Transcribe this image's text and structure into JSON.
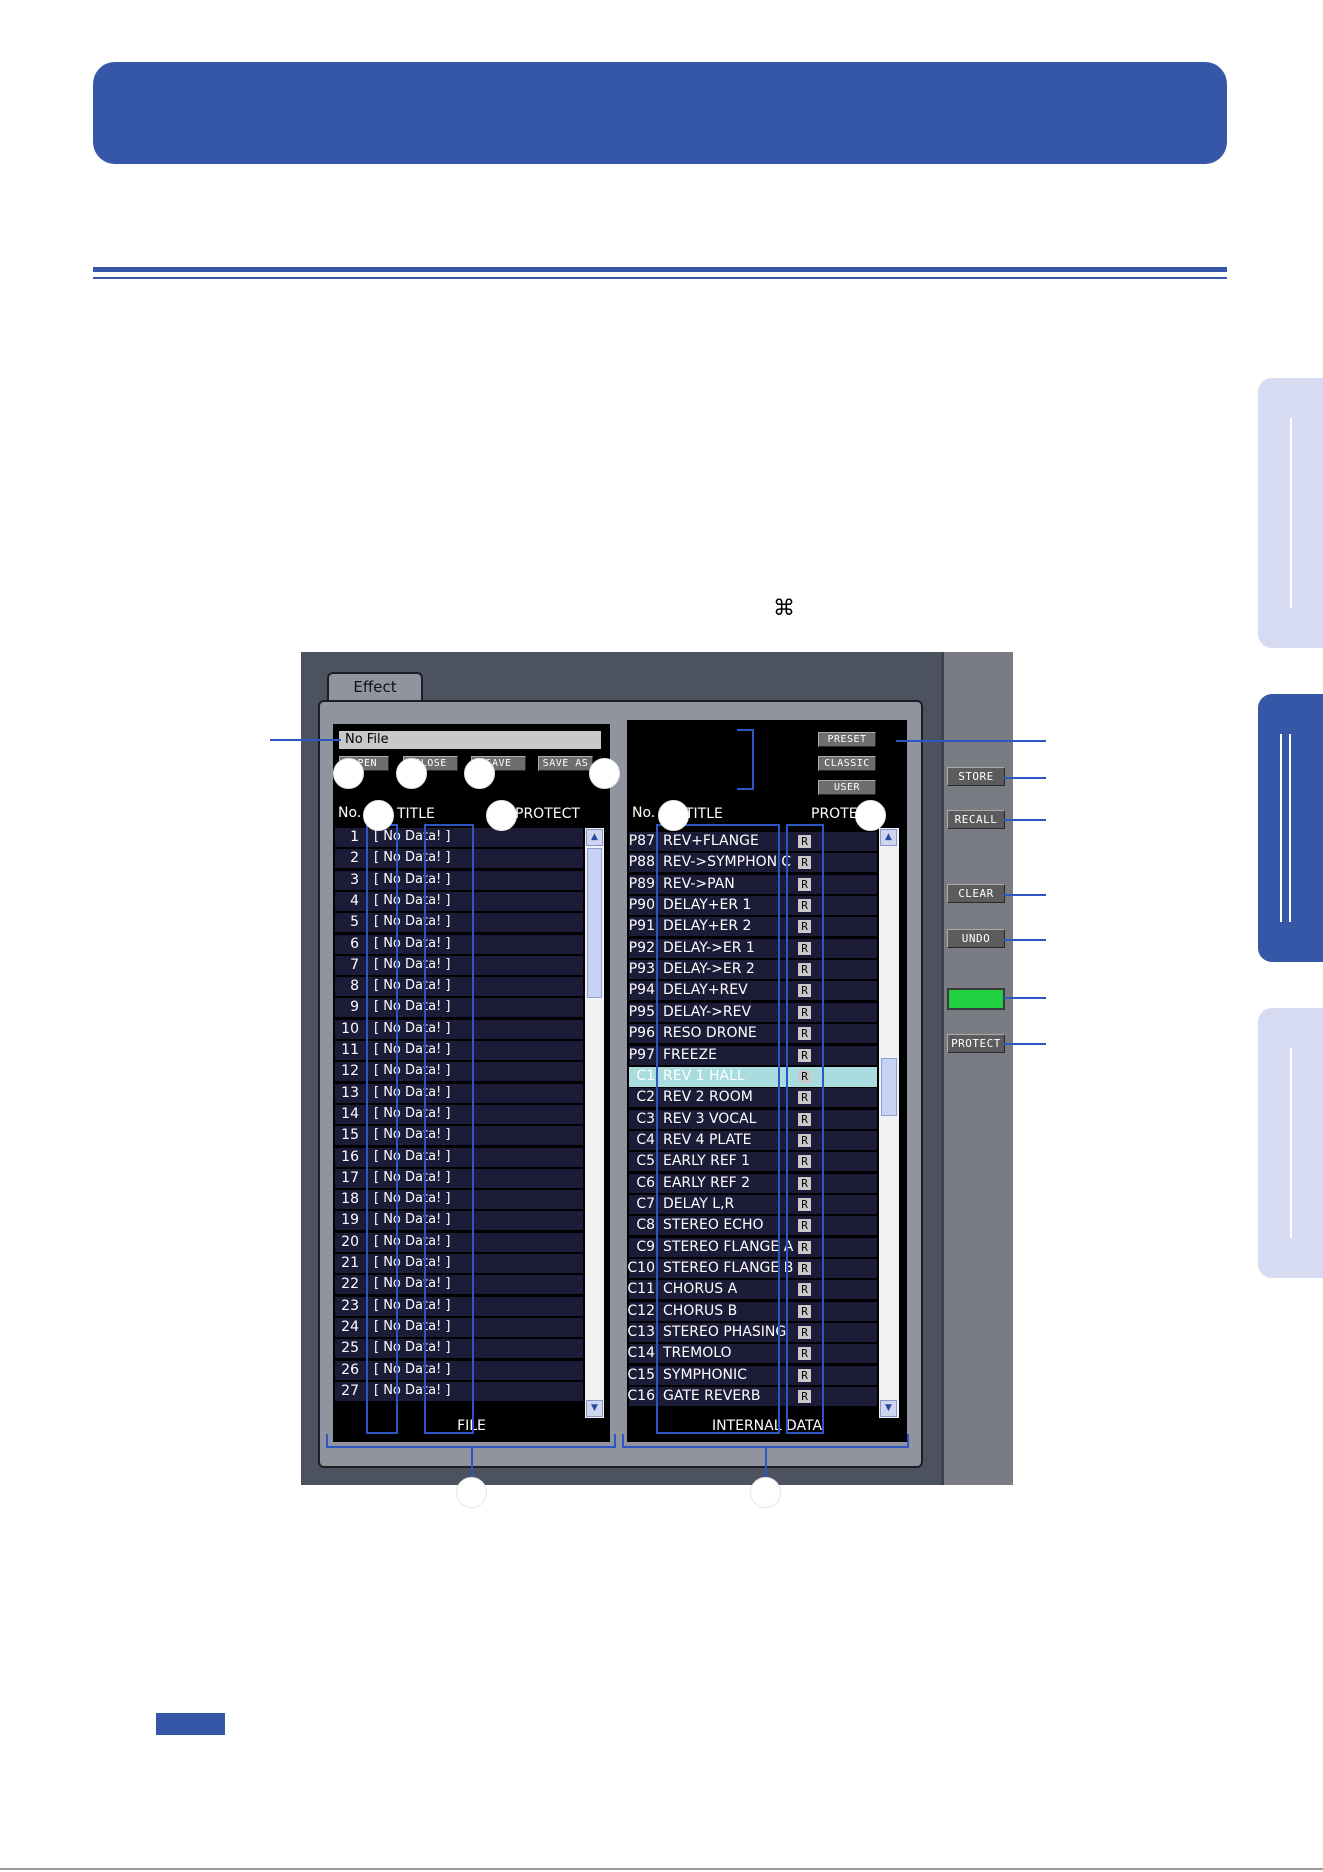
{
  "keyboard_symbol": "⌘",
  "window": {
    "tab_label": "Effect",
    "file_panel": {
      "file_name": "No File",
      "buttons": {
        "open": "OPEN",
        "close": "CLOSE",
        "save": "SAVE",
        "save_as": "SAVE AS"
      },
      "headers": {
        "no": "No.",
        "title": "TITLE",
        "protect": "PROTECT"
      },
      "empty_title": "[    No Data!    ]",
      "row_count": 27,
      "footer": "FILE"
    },
    "internal_panel": {
      "bank_buttons": {
        "preset": "PRESET",
        "classic": "CLASSIC",
        "user": "USER"
      },
      "headers": {
        "no": "No.",
        "title": "TITLE",
        "protect": "PROTE"
      },
      "rows": [
        {
          "no": "P87",
          "title": "REV+FLANGE",
          "protect": "R"
        },
        {
          "no": "P88",
          "title": "REV->SYMPHONIC",
          "protect": "R"
        },
        {
          "no": "P89",
          "title": "REV->PAN",
          "protect": "R"
        },
        {
          "no": "P90",
          "title": "DELAY+ER 1",
          "protect": "R"
        },
        {
          "no": "P91",
          "title": "DELAY+ER 2",
          "protect": "R"
        },
        {
          "no": "P92",
          "title": "DELAY->ER 1",
          "protect": "R"
        },
        {
          "no": "P93",
          "title": "DELAY->ER 2",
          "protect": "R"
        },
        {
          "no": "P94",
          "title": "DELAY+REV",
          "protect": "R"
        },
        {
          "no": "P95",
          "title": "DELAY->REV",
          "protect": "R"
        },
        {
          "no": "P96",
          "title": "RESO DRONE",
          "protect": "R"
        },
        {
          "no": "P97",
          "title": "FREEZE",
          "protect": "R"
        },
        {
          "no": "C1",
          "title": "REV 1 HALL",
          "protect": "R"
        },
        {
          "no": "C2",
          "title": "REV 2 ROOM",
          "protect": "R"
        },
        {
          "no": "C3",
          "title": "REV 3 VOCAL",
          "protect": "R"
        },
        {
          "no": "C4",
          "title": "REV 4 PLATE",
          "protect": "R"
        },
        {
          "no": "C5",
          "title": "EARLY REF 1",
          "protect": "R"
        },
        {
          "no": "C6",
          "title": "EARLY REF 2",
          "protect": "R"
        },
        {
          "no": "C7",
          "title": "DELAY L,R",
          "protect": "R"
        },
        {
          "no": "C8",
          "title": "STEREO ECHO",
          "protect": "R"
        },
        {
          "no": "C9",
          "title": "STEREO FLANGE A",
          "protect": "R"
        },
        {
          "no": "C10",
          "title": "STEREO FLANGE B",
          "protect": "R"
        },
        {
          "no": "C11",
          "title": "CHORUS A",
          "protect": "R"
        },
        {
          "no": "C12",
          "title": "CHORUS B",
          "protect": "R"
        },
        {
          "no": "C13",
          "title": "STEREO PHASING",
          "protect": "R"
        },
        {
          "no": "C14",
          "title": "TREMOLO",
          "protect": "R"
        },
        {
          "no": "C15",
          "title": "SYMPHONIC",
          "protect": "R"
        },
        {
          "no": "C16",
          "title": "GATE REVERB",
          "protect": "R"
        }
      ],
      "selected_row": "C1",
      "footer": "INTERNAL DATA"
    },
    "side_buttons": {
      "store": "STORE",
      "recall": "RECALL",
      "clear": "CLEAR",
      "undo": "UNDO",
      "protect": "PROTECT"
    }
  },
  "colors": {
    "accent": "#3656a8",
    "callout": "#2c56c4",
    "row_bg": "#1c1c38",
    "highlight": "#a9dcdf",
    "led": "#20d040"
  }
}
